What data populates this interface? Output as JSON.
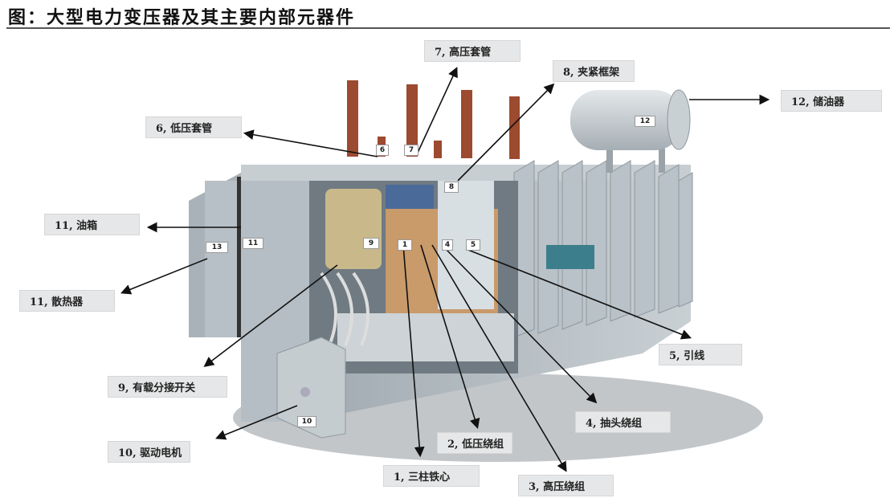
{
  "title": "图：大型电力变压器及其主要内部元器件",
  "labels": {
    "l1": "1,  三柱铁心",
    "l2": "2, 低压绕组",
    "l3": "3, 高压绕组",
    "l4": "4, 抽头绕组",
    "l5": "5, 引线",
    "l6": "6, 低压套管",
    "l7": "7, 高压套管",
    "l8": "8, 夹紧框架",
    "l9": "9, 有载分接开关",
    "l10": "10, 驱动电机",
    "l11a": "11, 油箱",
    "l11b": "11, 散热器",
    "l12": "12, 储油器"
  },
  "tags": {
    "t1": "1",
    "t4": "4",
    "t5": "5",
    "t6": "6",
    "t7": "7",
    "t8": "8",
    "t9": "9",
    "t10": "10",
    "t11": "11",
    "t12": "12",
    "t13": "13"
  }
}
